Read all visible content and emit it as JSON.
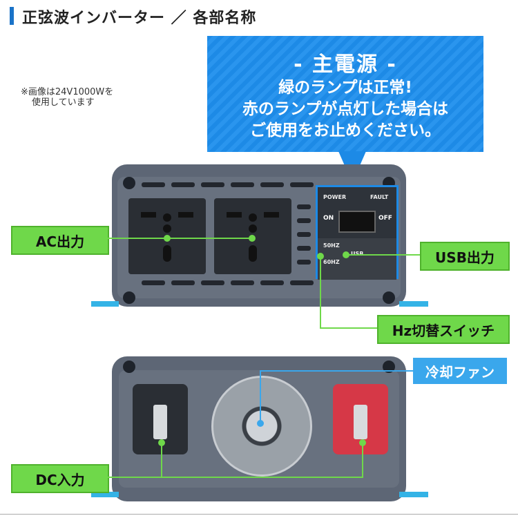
{
  "header": {
    "title": "正弦波インバーター ／ 各部名称"
  },
  "note": {
    "line1": "※画像は24V1000Wを",
    "line2": "使用しています"
  },
  "callout": {
    "title": "- 主電源 -",
    "line1": "緑のランプは正常!",
    "line2": "赤のランプが点灯した場合は",
    "line3": "ご使用をお止めください。"
  },
  "panel": {
    "power": "POWER",
    "fault": "FAULT",
    "on": "ON",
    "off": "OFF",
    "hz50": "50HZ",
    "hz60": "60HZ",
    "usb": "USB"
  },
  "labels": {
    "ac_output": "AC出力",
    "usb_output": "USB出力",
    "hz_switch": "Hz切替スイッチ",
    "cooling_fan": "冷却ファン",
    "dc_input": "DC入力"
  },
  "colors": {
    "accent_blue": "#1d8ae6",
    "label_green": "#6fd84a",
    "label_blue": "#3aa7ec",
    "inverter_gray": "#5d6675",
    "terminal_red": "#d63847"
  },
  "icons": {
    "title_marker": "vertical-bar",
    "callout_pointer": "triangle-down"
  }
}
